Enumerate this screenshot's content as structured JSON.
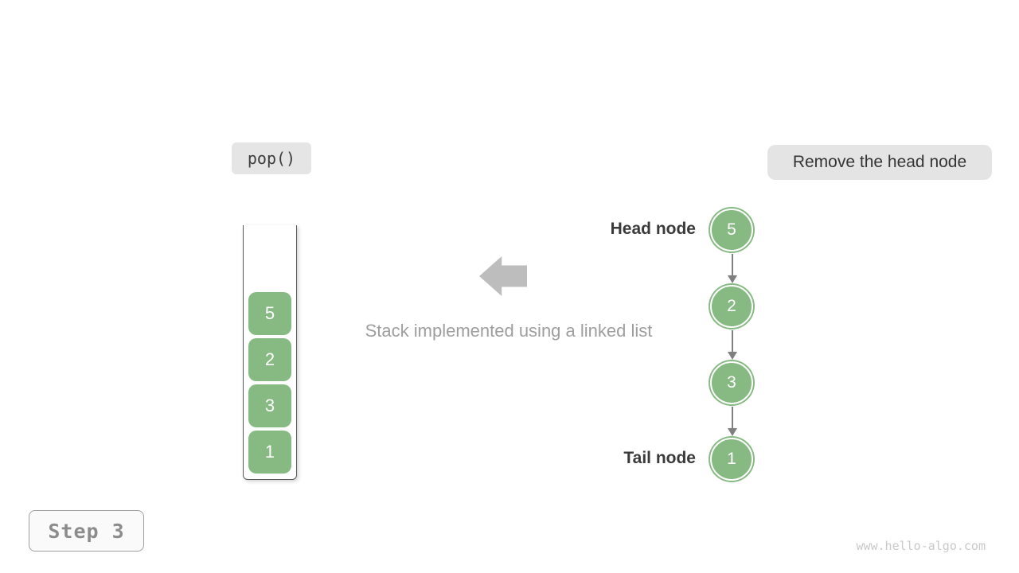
{
  "operation": {
    "label": "pop()"
  },
  "annotation": {
    "label": "Remove the head node"
  },
  "caption": "Stack implemented using a linked list",
  "stack": {
    "values_top_to_bottom": [
      "5",
      "2",
      "3",
      "1"
    ]
  },
  "linked_list": {
    "head_label": "Head node",
    "tail_label": "Tail node",
    "nodes": [
      {
        "value": "5",
        "role": "head"
      },
      {
        "value": "2",
        "role": ""
      },
      {
        "value": "3",
        "role": ""
      },
      {
        "value": "1",
        "role": "tail"
      }
    ]
  },
  "step": {
    "label": "Step 3"
  },
  "watermark": "www.hello-algo.com",
  "colors": {
    "node_green": "#87ba83",
    "block_arrow_gray": "#bdbdbd",
    "caption_gray": "#9e9e9e",
    "connector_gray": "#7f7f7f",
    "label_box_gray": "#e4e4e4"
  }
}
